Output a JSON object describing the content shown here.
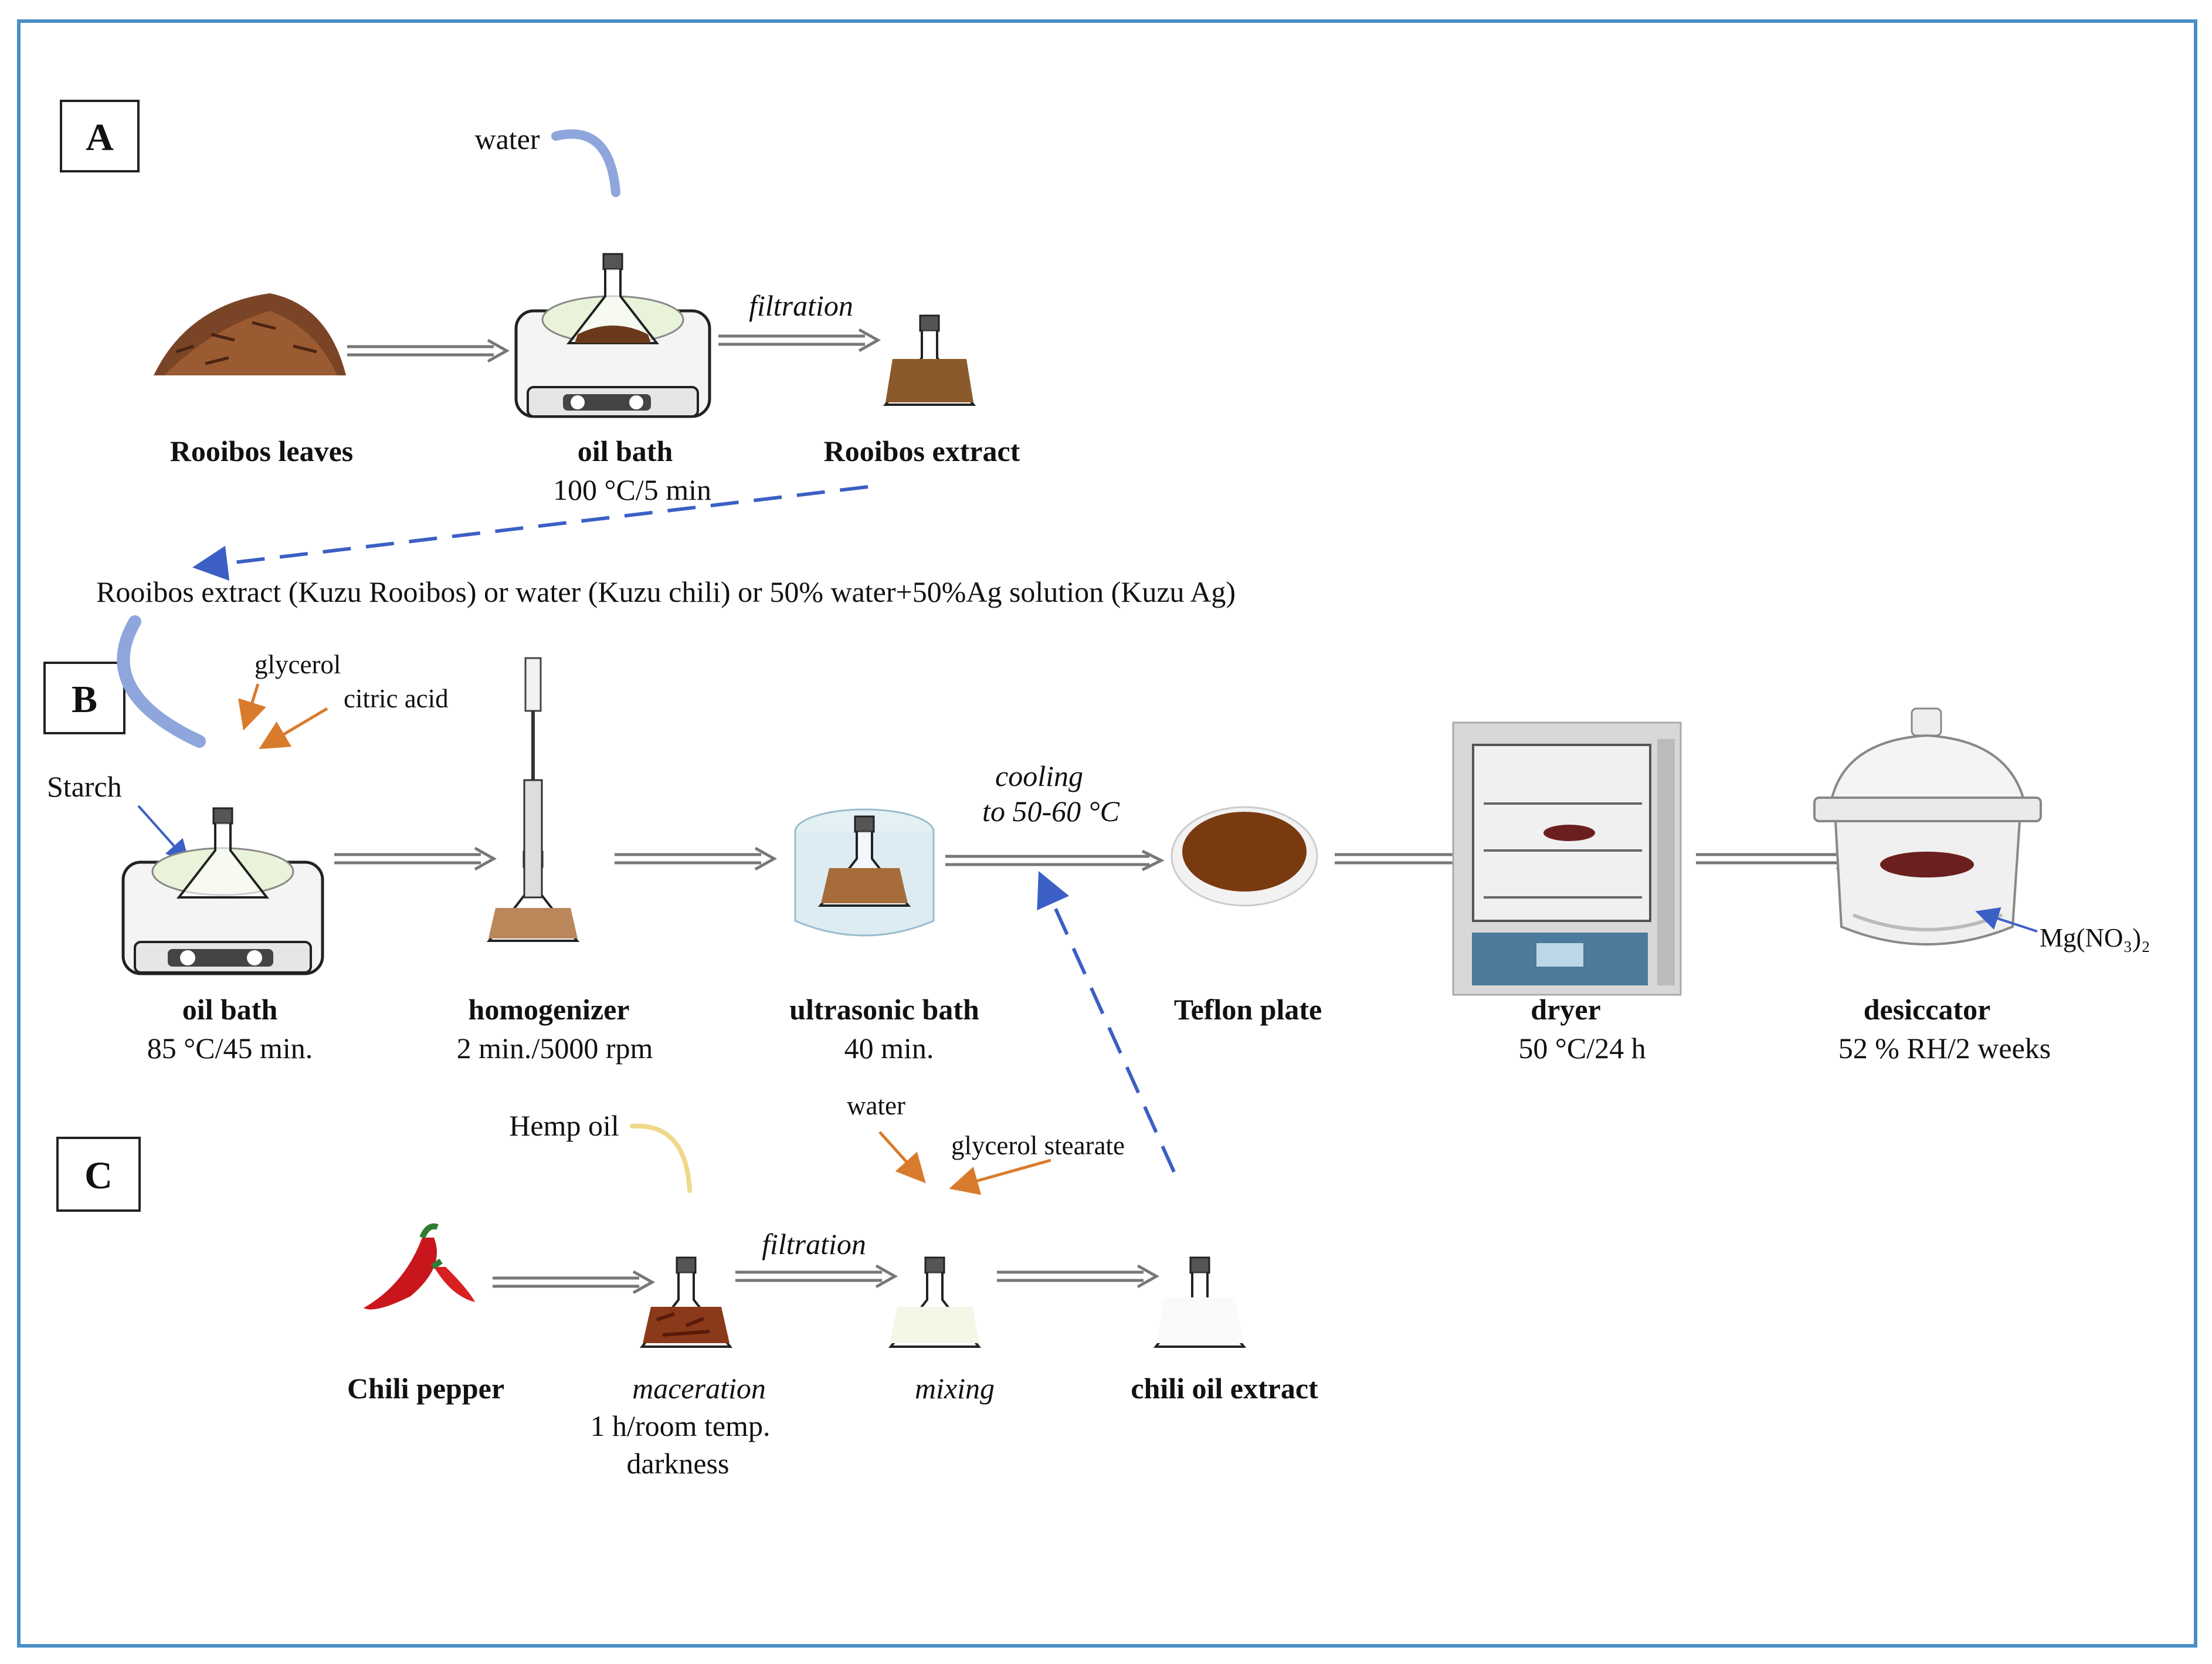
{
  "sections": {
    "a": "A",
    "b": "B",
    "c": "C"
  },
  "panel_a": {
    "water": "water",
    "filtration": "filtration",
    "rooibos_leaves": "Rooibos leaves",
    "oil_bath": "oil bath",
    "oil_bath_cond": "100 °C/5 min",
    "rooibos_extract": "Rooibos extract"
  },
  "solution_line": "Rooibos extract (Kuzu Rooibos) or water (Kuzu chili) or 50% water+50%Ag solution (Kuzu Ag)",
  "panel_b": {
    "glycerol": "glycerol",
    "citric_acid": "citric acid",
    "starch": "Starch",
    "cooling_1": "cooling",
    "cooling_2": "to 50-60 °C",
    "mg": "Mg(NO₃)₂",
    "steps": [
      {
        "name": "oil bath",
        "cond": "85 °C/45 min."
      },
      {
        "name": "homogenizer",
        "cond": "2 min./5000 rpm"
      },
      {
        "name": "ultrasonic bath",
        "cond": "40 min."
      },
      {
        "name": "Teflon plate",
        "cond": ""
      },
      {
        "name": "dryer",
        "cond": "50 °C/24 h"
      },
      {
        "name": "desiccator",
        "cond": "52 % RH/2 weeks"
      }
    ]
  },
  "panel_c": {
    "hemp_oil": "Hemp oil",
    "water": "water",
    "glycerol_stearate": "glycerol stearate",
    "filtration": "filtration",
    "chili_pepper": "Chili pepper",
    "maceration": "maceration",
    "maceration_cond_1": "1 h/room temp.",
    "maceration_cond_2": "darkness",
    "mixing": "mixing",
    "chili_oil_extract": "chili oil extract"
  },
  "colors": {
    "frame": "#4a8fc8",
    "dashed_arrow": "#3b5fc4",
    "curved_arrow": "#8ea6dc",
    "orange_arrow": "#d97b2c",
    "hemp_arrow": "#f0d88a",
    "extract_brown": "#8b5a2b",
    "plate_brown": "#7a3a10"
  }
}
